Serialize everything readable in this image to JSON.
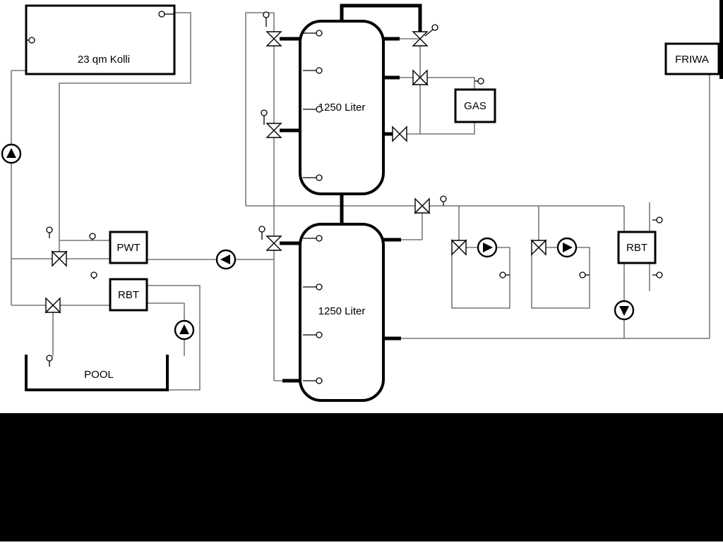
{
  "labels": {
    "collector": "23 qm Kolli",
    "tank1": "1250 Liter",
    "tank2": "1250 Liter",
    "gas": "GAS",
    "friwa": "FRIWA",
    "pwt": "PWT",
    "rbt_left": "RBT",
    "rbt_right": "RBT",
    "pool": "POOL"
  },
  "colors": {
    "pipe": "#5a5a5a",
    "outline": "#000000",
    "background": "#ffffff",
    "mask": "#000000"
  },
  "symbols": {
    "pumps": [
      {
        "name": "solar-pump",
        "direction": "up"
      },
      {
        "name": "charge-pump",
        "direction": "left"
      },
      {
        "name": "pool-pump",
        "direction": "up"
      },
      {
        "name": "heating-pump-1",
        "direction": "right"
      },
      {
        "name": "heating-pump-2",
        "direction": "right"
      },
      {
        "name": "return-pump",
        "direction": "down"
      }
    ],
    "valves": [
      "solar-pwt-valve",
      "pool-return-valve",
      "tank1-top-valve",
      "tank1-mid-valve",
      "tank2-charge-valve",
      "tank1-gas-supply-valve",
      "gas-mixing-valve",
      "gas-return-valve",
      "distribution-valve",
      "heating-circuit-1-valve",
      "heating-circuit-2-valve"
    ],
    "sensor_count": 24
  }
}
